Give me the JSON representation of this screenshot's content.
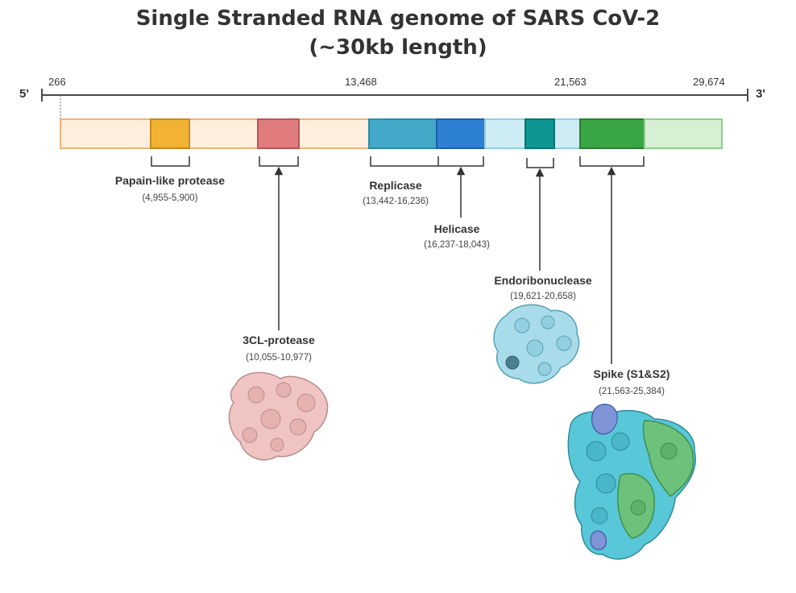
{
  "title_line1": "Single Stranded RNA genome of SARS CoV-2",
  "title_line2": "(~30kb length)",
  "axis": {
    "five_prime": "5'",
    "three_prime": "3'",
    "ticks": [
      "266",
      "13,468",
      "21,563",
      "29,674"
    ]
  },
  "colors": {
    "orf1a_fill": "#fdeedd",
    "orf1a_stroke": "#eeb47a",
    "papain": "#f2b233",
    "cl3": "#e07b7e",
    "replicase": "#44a9c9",
    "helicase": "#2d7fd3",
    "light_cyan": "#cdecf3",
    "endoribonuclease": "#0e9693",
    "spike": "#3aa544",
    "light_green": "#d7efd3"
  },
  "proteins": [
    {
      "name": "Papain-like protease",
      "range": "(4,955-5,900)"
    },
    {
      "name": "3CL-protease",
      "range": "(10,055-10,977)"
    },
    {
      "name": "Replicase",
      "range": "(13,442-16,236)"
    },
    {
      "name": "Helicase",
      "range": "(16,237-18,043)"
    },
    {
      "name": "Endoribonuclease",
      "range": "(19,621-20,658)"
    },
    {
      "name": "Spike (S1&S2)",
      "range": "(21,563-25,384)"
    }
  ]
}
